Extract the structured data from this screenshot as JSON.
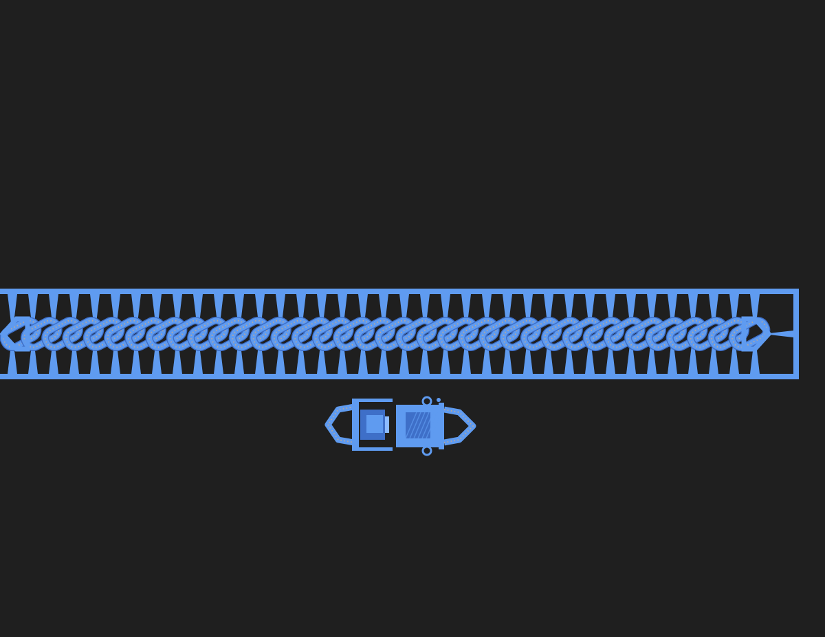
{
  "scene": {
    "subject": "cuban-link-chain-render",
    "colors": {
      "background": "#1f1f1f",
      "model": "#5f9bf0",
      "model_dark": "#3e6fc8",
      "model_light": "#8dbbff",
      "stone_dots": "#c9a98a"
    },
    "chain": {
      "link_count": 36,
      "sprue_count": 37
    },
    "clasp": {
      "parts": [
        "box-clasp-tongue",
        "box-clasp-housing"
      ]
    }
  }
}
